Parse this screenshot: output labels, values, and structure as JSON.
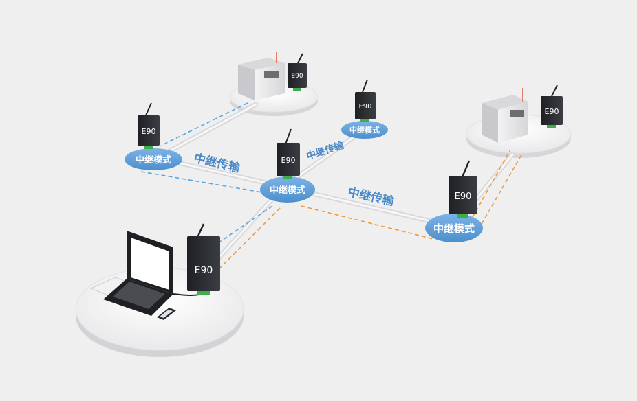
{
  "diagram": {
    "device_model_label": "E90",
    "relay_mode_label": "中继模式",
    "relay_transmission_label": "中继传输",
    "colors": {
      "background": "#efeff0",
      "platform": "#f8f8f9",
      "platform_edge": "#dcdcde",
      "relay_ellipse": "#5b9bd5",
      "blue_dashed_link": "#5aa7df",
      "orange_dashed_link": "#f19a3c",
      "device_body": "#2a2c30",
      "transmission_text": "#4a89c8"
    }
  }
}
